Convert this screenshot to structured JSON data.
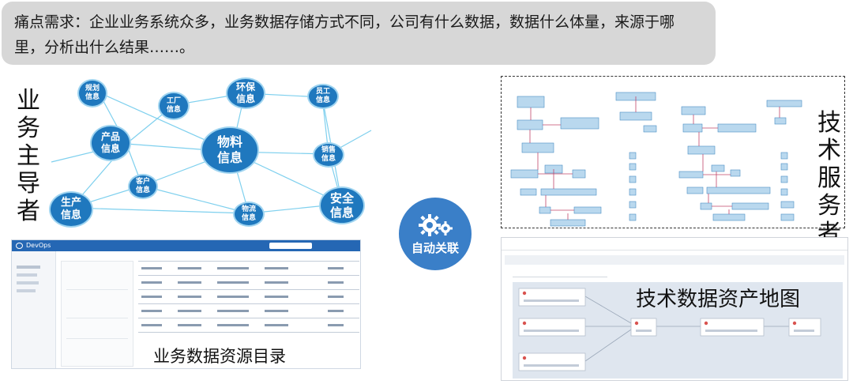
{
  "banner": {
    "text": "痛点需求：企业业务系统众多，业务数据存储方式不同，公司有什么数据，数据什么体量，来源于哪里，分析出什么结果……。"
  },
  "left_label": [
    "业",
    "务",
    "主",
    "导",
    "者"
  ],
  "right_label": [
    "技",
    "术",
    "服",
    "务",
    "者"
  ],
  "network": {
    "nodes": [
      {
        "id": "plan",
        "label": "规划信息"
      },
      {
        "id": "factory",
        "label": "工厂信息"
      },
      {
        "id": "env",
        "label": "环保信息"
      },
      {
        "id": "staff",
        "label": "员工信息"
      },
      {
        "id": "product",
        "label": "产品信息"
      },
      {
        "id": "material",
        "label": "物料信息"
      },
      {
        "id": "sales",
        "label": "销售信息"
      },
      {
        "id": "customer",
        "label": "客户信息"
      },
      {
        "id": "production",
        "label": "生产信息"
      },
      {
        "id": "logistics",
        "label": "物流信息"
      },
      {
        "id": "safety",
        "label": "安全信息"
      }
    ]
  },
  "auto_link": {
    "label": "自动关联"
  },
  "devops": {
    "app_name": "DevOps",
    "caption": "业务数据资源目录"
  },
  "asset_map": {
    "caption": "技术数据资产地图"
  }
}
